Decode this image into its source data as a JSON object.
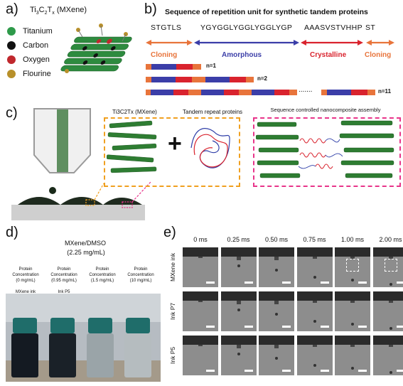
{
  "panel_a": {
    "label": "a)",
    "title_main": "Ti",
    "title_sub1": "3",
    "title_mid": "C",
    "title_sub2": "2",
    "title_mid2": "T",
    "title_sub3": "x",
    "title_suffix": " (MXene)",
    "legend": [
      {
        "label": "Titanium",
        "color": "#2e9a4a"
      },
      {
        "label": "Carbon",
        "color": "#111111"
      },
      {
        "label": "Oxygen",
        "color": "#c0282d"
      },
      {
        "label": "Flourine",
        "color": "#b8902a"
      }
    ]
  },
  "panel_b": {
    "label": "b)",
    "title": "Sequence of repetition unit for synthetic tandem proteins",
    "seq": [
      "STGTLS",
      "YGYGGLYGGLYGGLYGP",
      "AAASVSTVHHP",
      "ST"
    ],
    "regions": [
      "Cloning",
      "Amorphous",
      "Crystalline",
      "Cloning"
    ],
    "region_colors": [
      "#e8743b",
      "#3b3ea8",
      "#d9232e",
      "#e8743b"
    ],
    "n_labels": [
      "n=1",
      "n=2",
      "n=11"
    ],
    "dots": "......."
  },
  "panel_c": {
    "label": "c)",
    "mxene_title": "Ti3C2Tx (MXene)",
    "protein_title": "Tandem repeat proteins",
    "assembly_title": "Sequence controlled nanocomposite assembly",
    "plus": "+"
  },
  "panel_d": {
    "label": "d)",
    "title1": "MXene/DMSO",
    "title2": "(2.25 mg/mL)",
    "columns": [
      {
        "line1": "Protein",
        "line2": "Concentration",
        "line3": "(0 mg/mL)",
        "vial_label": "MXene ink",
        "liquid": "#141a22"
      },
      {
        "line1": "Protein",
        "line2": "Concentration",
        "line3": "(0.95 mg/mL)",
        "vial_label": "Ink P5",
        "liquid": "#1a2128"
      },
      {
        "line1": "Protein",
        "line2": "Concentration",
        "line3": "(1.5 mg/mL)",
        "vial_label": "",
        "liquid": "#9aa4a8"
      },
      {
        "line1": "Protein",
        "line2": "Concentration",
        "line3": "(10 mg/mL)",
        "vial_label": "",
        "liquid": "#b5bcbf"
      }
    ]
  },
  "panel_e": {
    "label": "e)",
    "times": [
      "0 ms",
      "0.25 ms",
      "0.50 ms",
      "0.75 ms",
      "1.00 ms",
      "2.00 ms"
    ],
    "rows": [
      "MXene ink",
      "Ink P7",
      "Ink P5"
    ]
  }
}
